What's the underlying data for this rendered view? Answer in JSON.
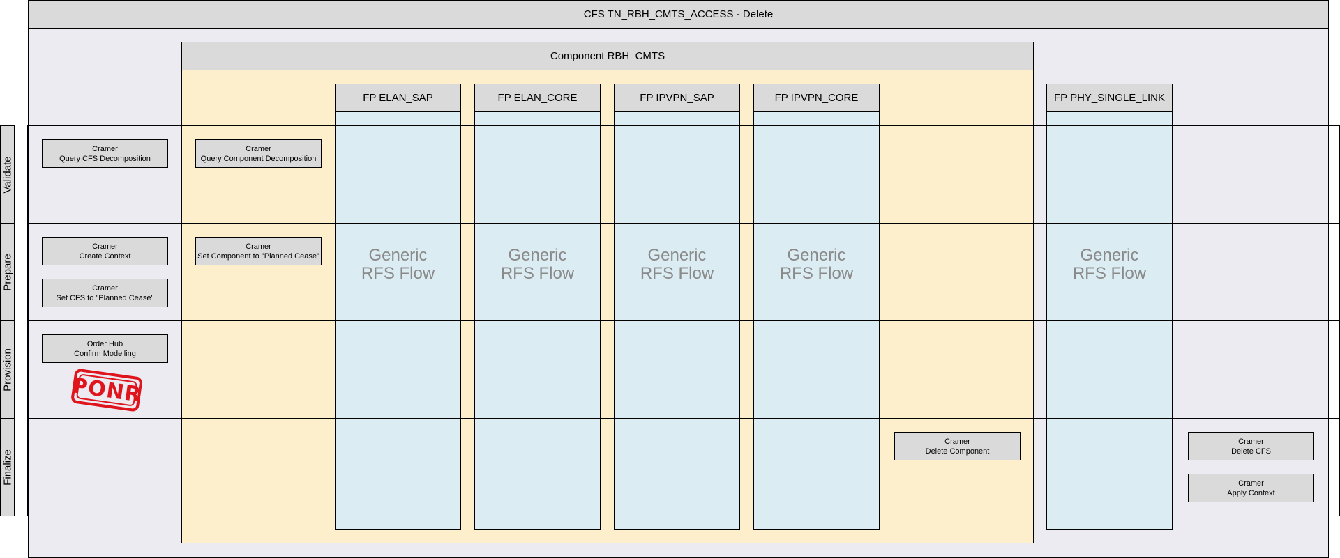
{
  "title": "CFS TN_RBH_CMTS_ACCESS - Delete",
  "component": {
    "title": "Component RBH_CMTS"
  },
  "fps": [
    {
      "title": "FP ELAN_SAP",
      "flow_line1": "Generic",
      "flow_line2": "RFS Flow"
    },
    {
      "title": "FP ELAN_CORE",
      "flow_line1": "Generic",
      "flow_line2": "RFS Flow"
    },
    {
      "title": "FP IPVPN_SAP",
      "flow_line1": "Generic",
      "flow_line2": "RFS Flow"
    },
    {
      "title": "FP IPVPN_CORE",
      "flow_line1": "Generic",
      "flow_line2": "RFS Flow"
    },
    {
      "title": "FP PHY_SINGLE_LINK",
      "flow_line1": "Generic",
      "flow_line2": "RFS Flow"
    }
  ],
  "lanes": [
    "Validate",
    "Prepare",
    "Provision",
    "Finalize"
  ],
  "tasks": {
    "query_cfs": {
      "line1": "Cramer",
      "line2": "Query CFS Decomposition"
    },
    "query_component": {
      "line1": "Cramer",
      "line2": "Query Component Decomposition"
    },
    "create_context": {
      "line1": "Cramer",
      "line2": "Create Context"
    },
    "set_cfs_cease": {
      "line1": "Cramer",
      "line2": "Set CFS to \"Planned Cease\""
    },
    "set_component_cease": {
      "line1": "Cramer",
      "line2": "Set Component to \"Planned Cease\""
    },
    "confirm_modelling": {
      "line1": "Order Hub",
      "line2": "Confirm Modelling"
    },
    "delete_component": {
      "line1": "Cramer",
      "line2": "Delete Component"
    },
    "delete_cfs": {
      "line1": "Cramer",
      "line2": "Delete CFS"
    },
    "apply_context": {
      "line1": "Cramer",
      "line2": "Apply Context"
    }
  },
  "stamp": {
    "text": "PONR",
    "color": "#e0141c"
  },
  "colors": {
    "pool": "#ecebf2",
    "component": "#fdefcc",
    "fp": "#dbecf3",
    "header": "#dadada",
    "generic_text": "#8a8a8a"
  }
}
